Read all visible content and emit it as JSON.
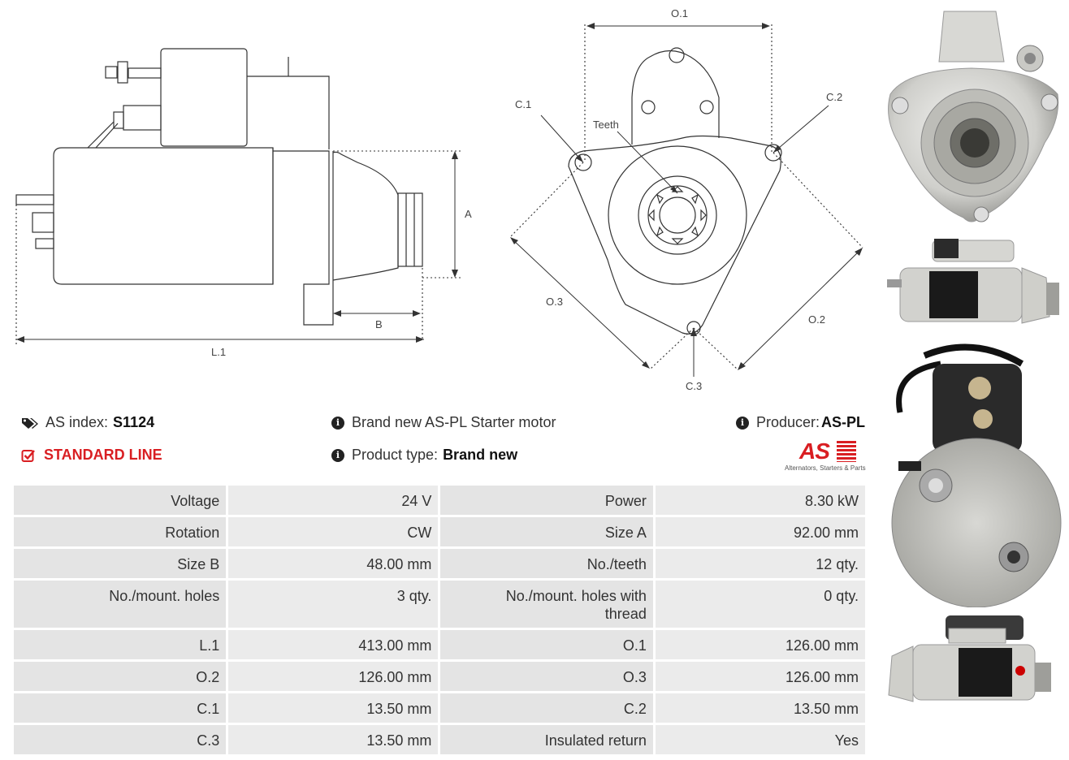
{
  "drawing": {
    "labels": {
      "l1": "L.1",
      "a": "A",
      "b": "B",
      "o1": "O.1",
      "o2": "O.2",
      "o3": "O.3",
      "c1": "C.1",
      "c2": "C.2",
      "c3": "C.3",
      "teeth": "Teeth"
    }
  },
  "info": {
    "as_index_label": "AS index:",
    "as_index_value": "S1124",
    "standard_line": "STANDARD LINE",
    "description": "Brand new AS-PL Starter motor",
    "product_type_label": "Product type:",
    "product_type_value": "Brand new",
    "producer_label": "Producer:",
    "producer_value": "AS-PL",
    "logo_text": "AS",
    "logo_tagline": "Alternators, Starters & Parts"
  },
  "specs": [
    [
      "Voltage",
      "24 V",
      "Power",
      "8.30 kW"
    ],
    [
      "Rotation",
      "CW",
      "Size A",
      "92.00 mm"
    ],
    [
      "Size B",
      "48.00 mm",
      "No./teeth",
      "12 qty."
    ],
    [
      "No./mount. holes",
      "3 qty.",
      "No./mount. holes with thread",
      "0 qty."
    ],
    [
      "L.1",
      "413.00 mm",
      "O.1",
      "126.00 mm"
    ],
    [
      "O.2",
      "126.00 mm",
      "O.3",
      "126.00 mm"
    ],
    [
      "C.1",
      "13.50 mm",
      "C.2",
      "13.50 mm"
    ],
    [
      "C.3",
      "13.50 mm",
      "Insulated return",
      "Yes"
    ]
  ],
  "colors": {
    "accent": "#d91e22",
    "cell": "#ebebeb"
  }
}
